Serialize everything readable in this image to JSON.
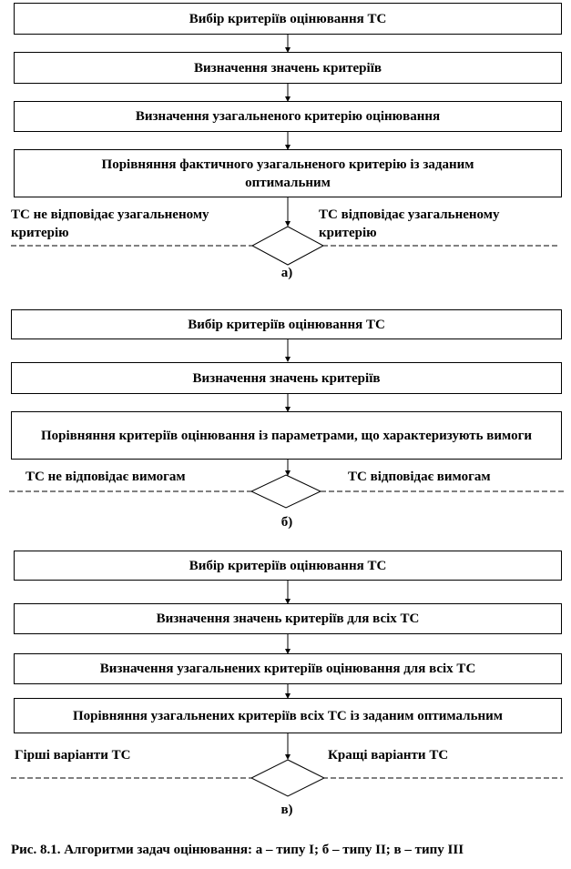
{
  "diagram_a": {
    "step1": "Вибір критеріїв оцінювання ТС",
    "step2": "Визначення значень критеріїв",
    "step3": "Визначення узагальненого критерію оцінювання",
    "step4": "Порівняння фактичного узагальненого критерію із заданим оптимальним",
    "left_outcome": "ТС не відповідає узагальненому критерію",
    "right_outcome": "ТС відповідає узагальненому критерію",
    "letter": "а)"
  },
  "diagram_b": {
    "step1": "Вибір критеріїв оцінювання ТС",
    "step2": "Визначення значень критеріїв",
    "step3": "Порівняння критеріїв оцінювання із параметрами, що характеризують вимоги",
    "left_outcome": "ТС не відповідає вимогам",
    "right_outcome": "ТС відповідає вимогам",
    "letter": "б)"
  },
  "diagram_c": {
    "step1": "Вибір критеріїв оцінювання ТС",
    "step2": "Визначення значень критеріїв для всіх ТС",
    "step3": "Визначення узагальнених критеріїв оцінювання для всіх ТС",
    "step4": "Порівняння узагальнених критеріїв всіх ТС із заданим оптимальним",
    "left_outcome": "Гірші варіанти ТС",
    "right_outcome": "Кращі варіанти ТС",
    "letter": "в)"
  },
  "caption": "Рис. 8.1. Алгоритми задач оцінювання: а – типу І; б – типу ІІ; в – типу ІІІ"
}
